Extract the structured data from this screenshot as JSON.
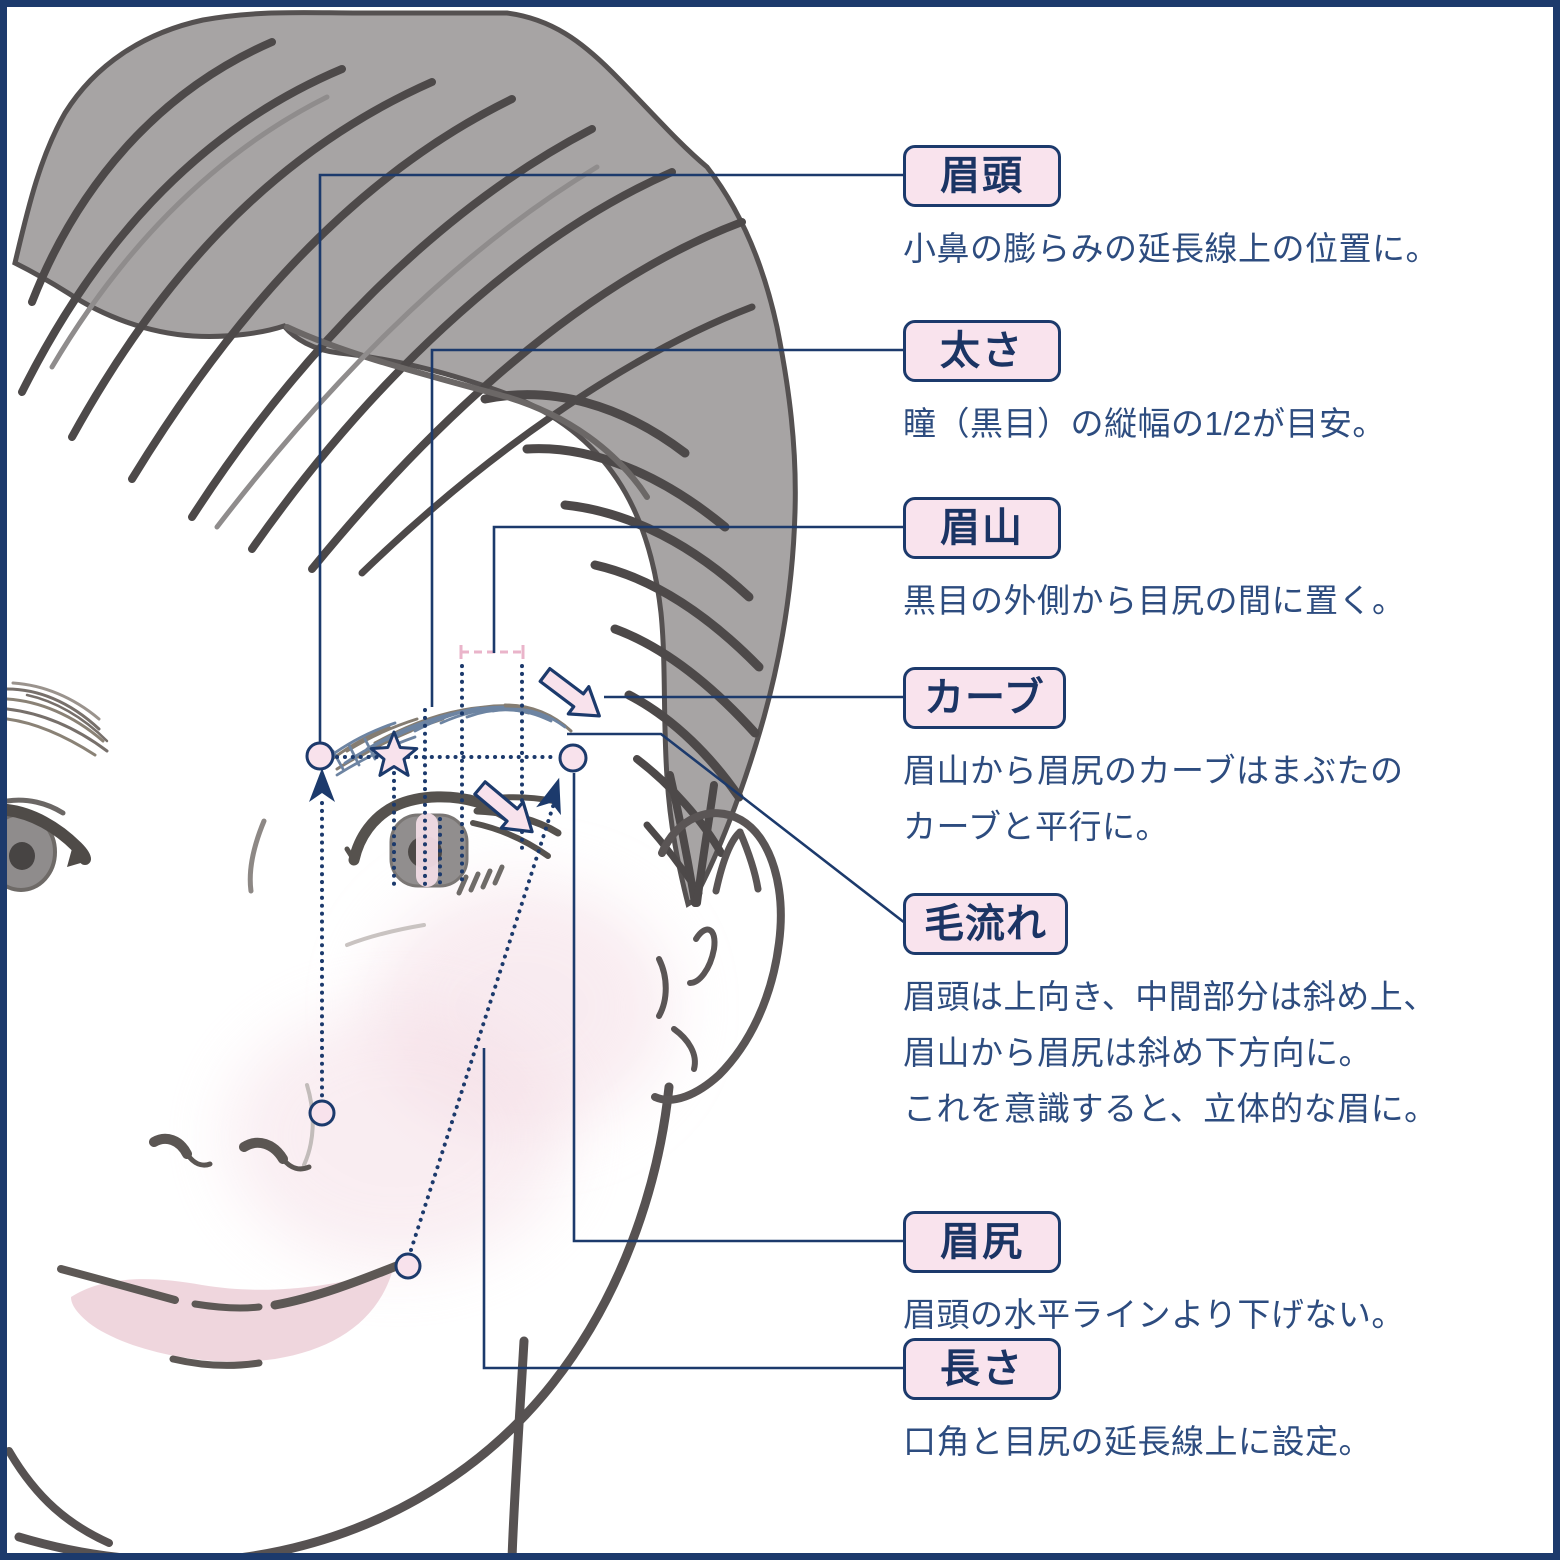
{
  "diagram": {
    "subject": "eyebrow-mapping-face-illustration",
    "colors": {
      "frame_navy": "#1c3a6c",
      "label_background_pink": "#f9e3ed",
      "accent_pink": "#eab4ca",
      "body_text_navy": "#2d4c7f",
      "label_text_navy": "#1b3464",
      "hair_gray": "#a7a4a4",
      "sketch_line_gray": "#56524e",
      "lip_pink": "#eed2da",
      "eyebrow_blue": "#6d84a2"
    },
    "glyphs": {
      "star_marker": "☆",
      "point_marker": "○",
      "direction_arrow": "➘"
    }
  },
  "callouts": [
    {
      "id": "brow-head",
      "label": "眉頭",
      "description": "小鼻の膨らみの延長線上の位置に。"
    },
    {
      "id": "thickness",
      "label": "太さ",
      "description": "瞳（黒目）の縦幅の1/2が目安。"
    },
    {
      "id": "brow-peak",
      "label": "眉山",
      "description": "黒目の外側から目尻の間に置く。"
    },
    {
      "id": "curve",
      "label": "カーブ",
      "description": "眉山から眉尻のカーブはまぶたの\nカーブと平行に。"
    },
    {
      "id": "hair-flow",
      "label": "毛流れ",
      "description": "眉頭は上向き、中間部分は斜め上、\n眉山から眉尻は斜め下方向に。\nこれを意識すると、立体的な眉に。"
    },
    {
      "id": "brow-tail",
      "label": "眉尻",
      "description": "眉頭の水平ラインより下げない。"
    },
    {
      "id": "length",
      "label": "長さ",
      "description": "口角と目尻の延長線上に設定。"
    }
  ]
}
